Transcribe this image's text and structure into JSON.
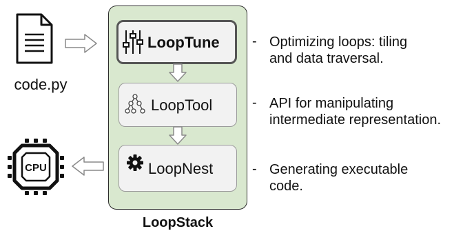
{
  "input_file": {
    "label": "code.py",
    "icon": "file-icon"
  },
  "stack": {
    "title": "LoopStack",
    "layers": [
      {
        "name": "LoopTune",
        "icon": "sliders-icon",
        "description": "Optimizing loops: tiling and data traversal."
      },
      {
        "name": "LoopTool",
        "icon": "tree-icon",
        "description": "API for manipulating intermediate representation."
      },
      {
        "name": "LoopNest",
        "icon": "gear-icon",
        "description": "Generating executable code."
      }
    ]
  },
  "descriptions": {
    "looptune": [
      "Optimizing loops: tiling",
      "and data traversal."
    ],
    "looptool": [
      "API for manipulating",
      "intermediate representation."
    ],
    "loopnest": [
      "Generating executable",
      "code."
    ],
    "bullet": "-"
  },
  "output": {
    "label": "CPU",
    "icon": "cpu-icon"
  },
  "colors": {
    "stack_bg": "#d9e8cf",
    "box_bg": "#f2f2f2",
    "arrow_fill": "#ffffff",
    "arrow_stroke": "#8a8a8a"
  }
}
